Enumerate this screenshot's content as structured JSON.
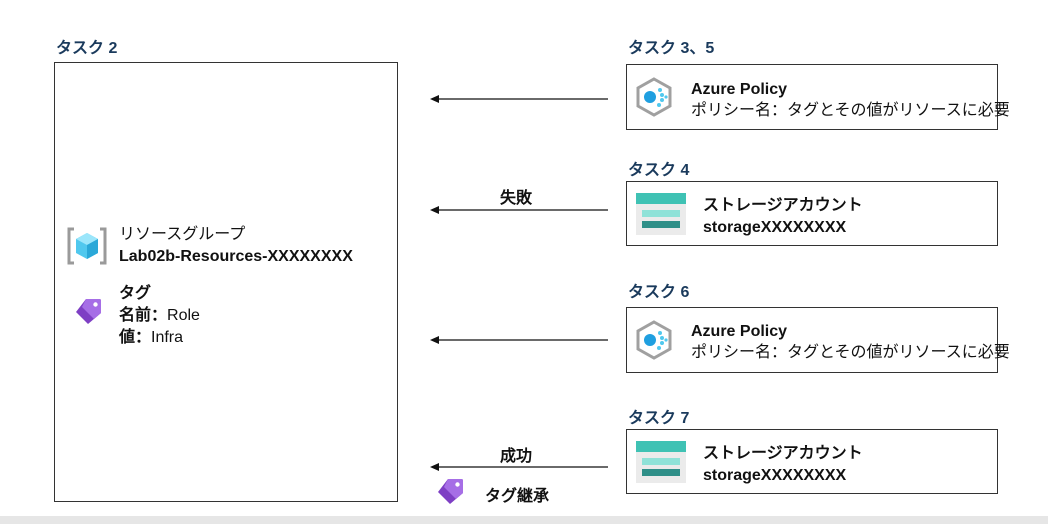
{
  "left_panel": {
    "task_label": "タスク 2",
    "resource_group": {
      "type_label": "リソースグループ",
      "name": "Lab02b-Resources-XXXXXXXX",
      "icon": "resource-group-icon"
    },
    "tag": {
      "heading": "タグ",
      "name_key": "名前：",
      "name_value": "Role",
      "value_key": "値：",
      "value_value": "Infra",
      "icon": "tag-icon"
    }
  },
  "right_panels": [
    {
      "task_label": "タスク 3、5",
      "title": "Azure Policy",
      "subtitle": "ポリシー名：タグとその値がリソースに必要",
      "icon": "azure-policy-icon"
    },
    {
      "task_label": "タスク 4",
      "title": "ストレージアカウント",
      "subtitle": "storageXXXXXXXX",
      "icon": "storage-account-icon",
      "arrow_label": "失敗"
    },
    {
      "task_label": "タスク 6",
      "title": "Azure Policy",
      "subtitle": "ポリシー名：タグとその値がリソースに必要",
      "icon": "azure-policy-icon"
    },
    {
      "task_label": "タスク 7",
      "title": "ストレージアカウント",
      "subtitle": "storageXXXXXXXX",
      "icon": "storage-account-icon",
      "arrow_label": "成功",
      "inherit_label": "タグ継承"
    }
  ],
  "colors": {
    "task_label": "#1a3a5c",
    "border": "#333333",
    "policy_blue": "#1f9fe0",
    "storage_teal": "#3fc2b4",
    "tag_purple": "#8a4fd1"
  }
}
